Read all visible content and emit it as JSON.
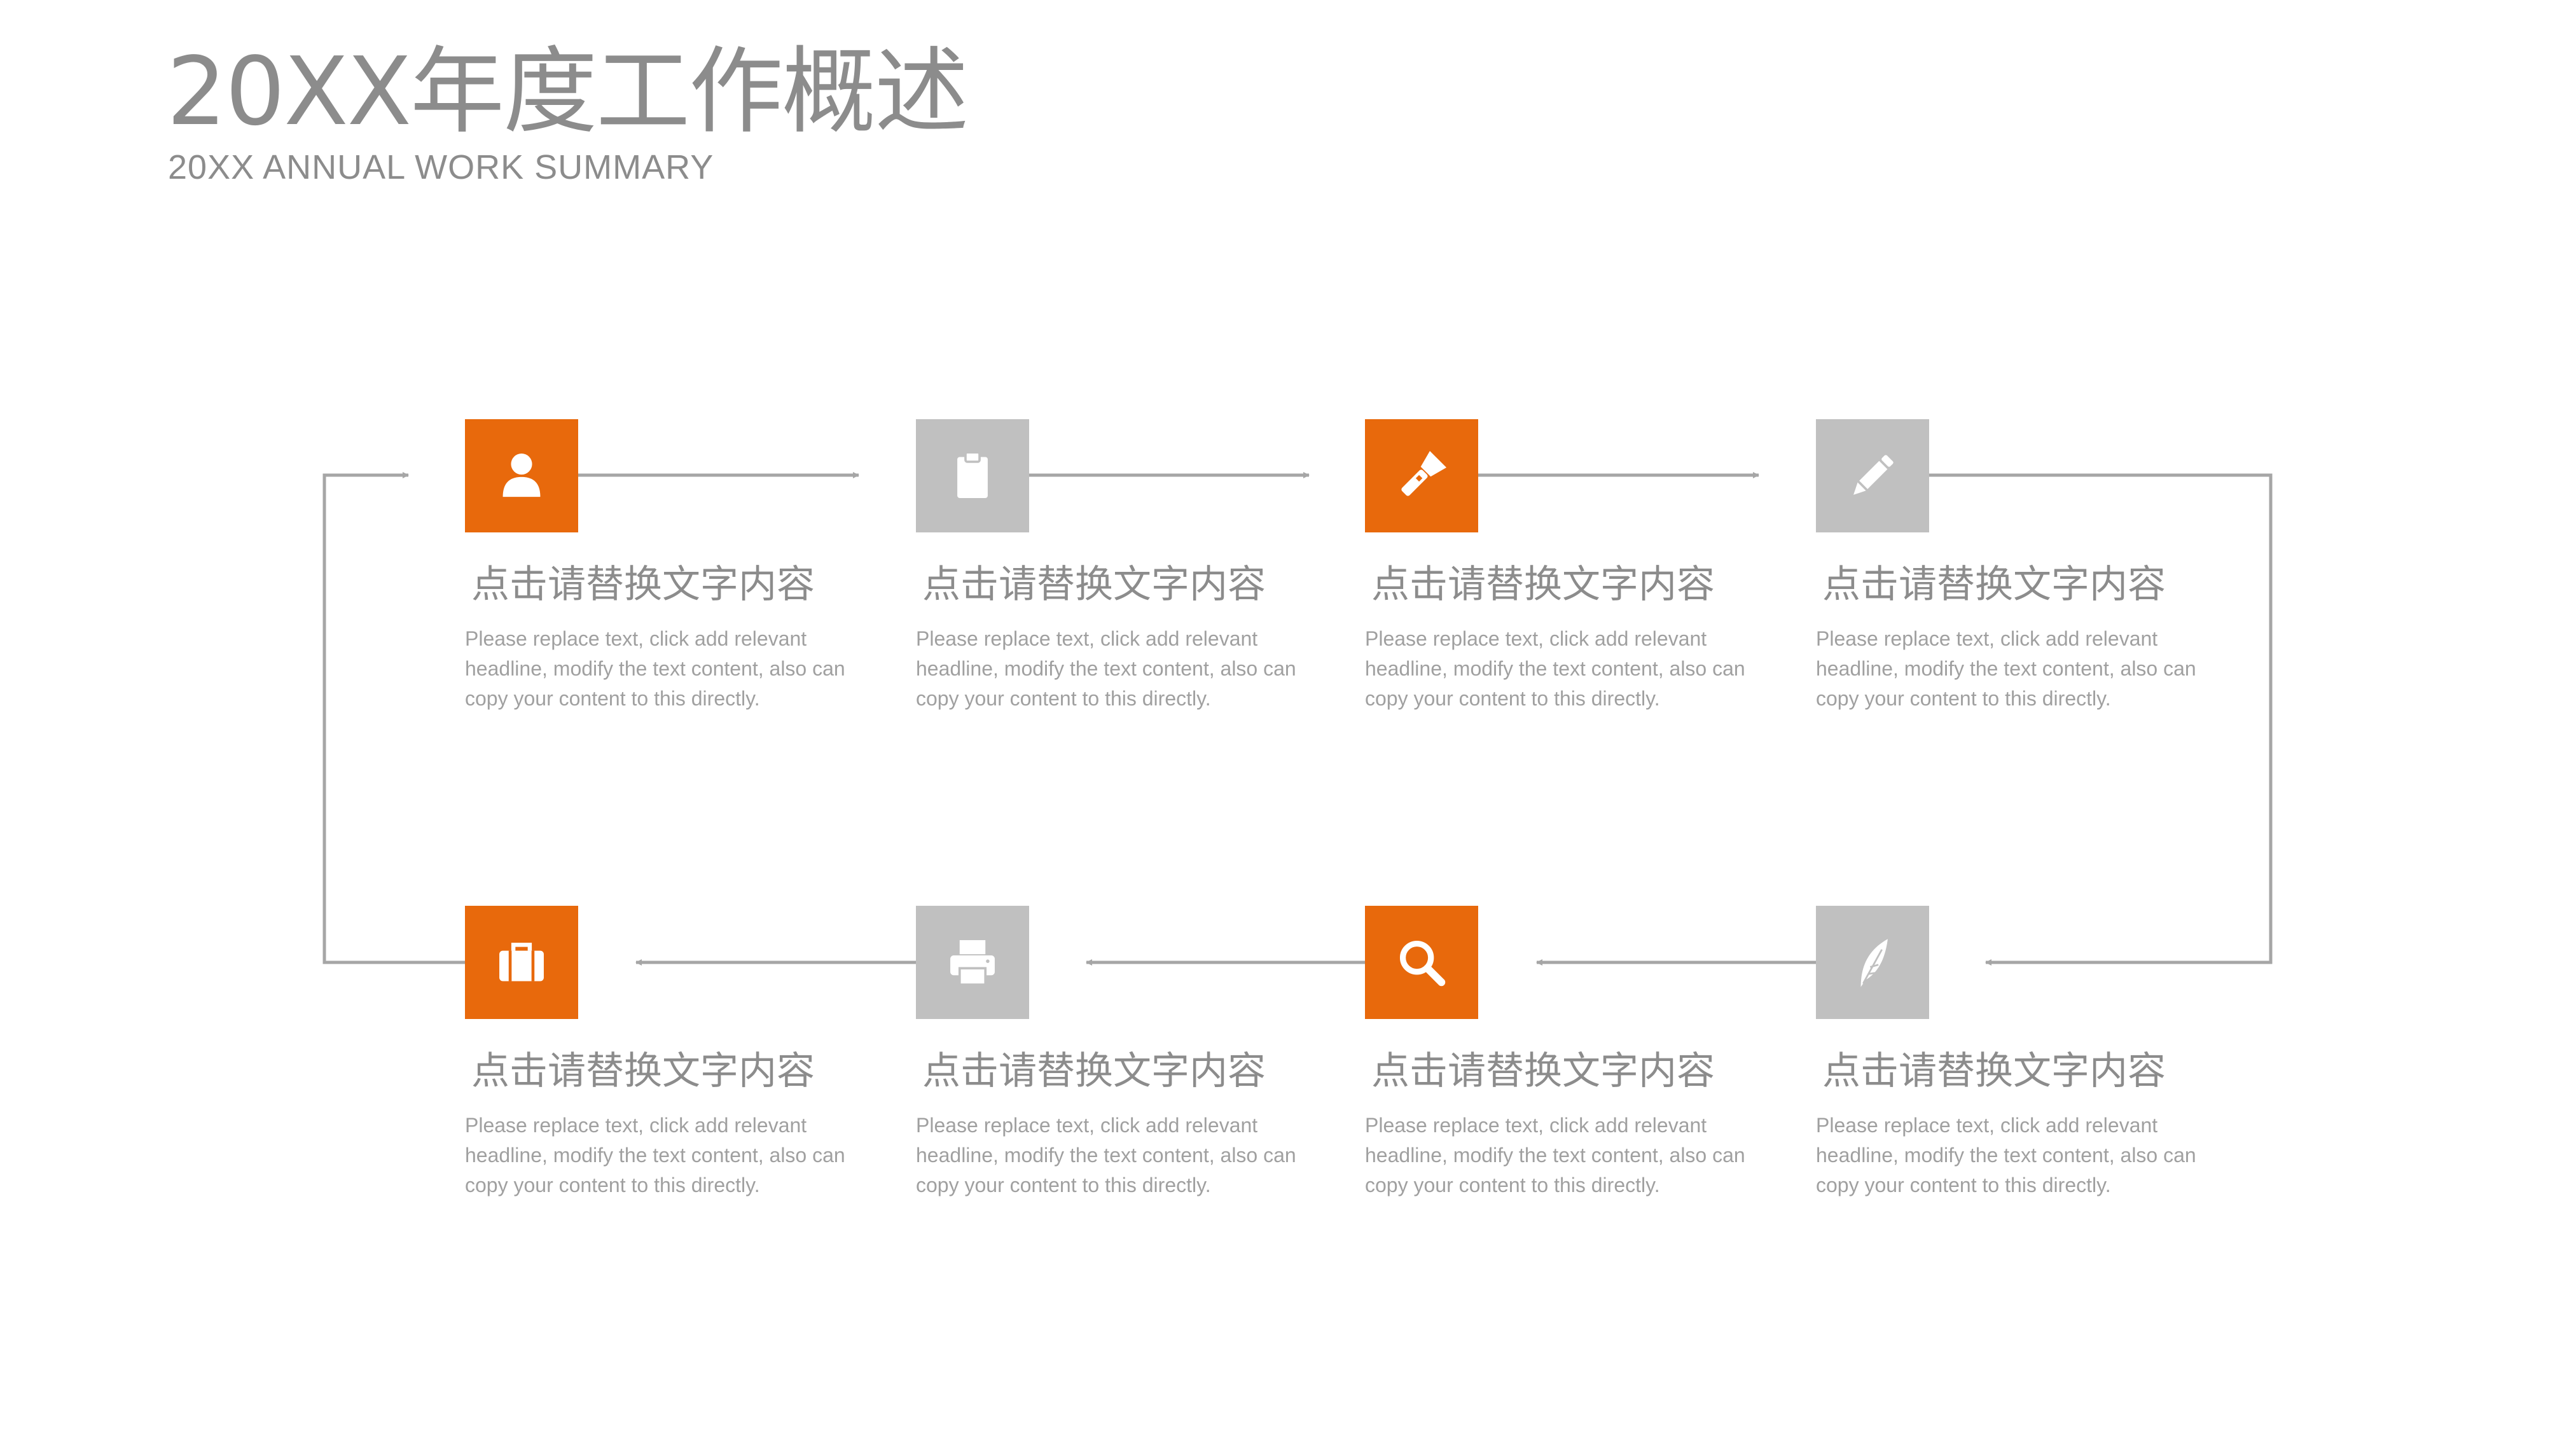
{
  "header": {
    "title": "20XX年度工作概述",
    "subtitle": "20XX ANNUAL WORK SUMMARY"
  },
  "colors": {
    "accent": "#E8690C",
    "neutral": "#C0C0C0",
    "text": "#8C8C8C",
    "line": "#A6A6A6"
  },
  "steps": [
    {
      "icon": "user-icon",
      "color": "accent",
      "title": "点击请替换文字内容",
      "desc": "Please replace text, click add relevant headline, modify the text content, also can copy your content to this directly."
    },
    {
      "icon": "clipboard-icon",
      "color": "neutral",
      "title": "点击请替换文字内容",
      "desc": "Please replace text, click add relevant headline, modify the text content, also can copy your content to this directly."
    },
    {
      "icon": "flashlight-icon",
      "color": "accent",
      "title": "点击请替换文字内容",
      "desc": "Please replace text, click add relevant headline, modify the text content, also can copy your content to this directly."
    },
    {
      "icon": "pencil-icon",
      "color": "neutral",
      "title": "点击请替换文字内容",
      "desc": "Please replace text, click add relevant headline, modify the text content, also can copy your content to this directly."
    },
    {
      "icon": "briefcase-icon",
      "color": "accent",
      "title": "点击请替换文字内容",
      "desc": "Please replace text, click add relevant headline, modify the text content, also can copy your content to this directly."
    },
    {
      "icon": "printer-icon",
      "color": "neutral",
      "title": "点击请替换文字内容",
      "desc": "Please replace text, click add relevant headline, modify the text content, also can copy your content to this directly."
    },
    {
      "icon": "search-icon",
      "color": "accent",
      "title": "点击请替换文字内容",
      "desc": "Please replace text, click add relevant headline, modify the text content, also can copy your content to this directly."
    },
    {
      "icon": "feather-icon",
      "color": "neutral",
      "title": "点击请替换文字内容",
      "desc": "Please replace text, click add relevant headline, modify the text content, also can copy your content to this directly."
    }
  ]
}
